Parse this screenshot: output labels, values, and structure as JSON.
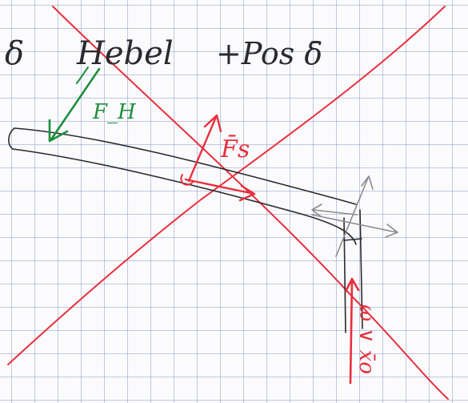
{
  "sketch": {
    "heading_prefix": "δ",
    "heading_word": "Hebel",
    "heading_suffix": "+Pos δ̄",
    "force_hand_label": "F_H",
    "force_s_label": "F̄s",
    "force_s_lower_label": "ω ∨ x̄o"
  },
  "colors": {
    "paper": "#fbfbfd",
    "grid": "#7d8cbe",
    "pencil": "#2a2a2e",
    "red": "#e8303c",
    "green": "#1e8f3e",
    "gray": "#8a8a90"
  }
}
